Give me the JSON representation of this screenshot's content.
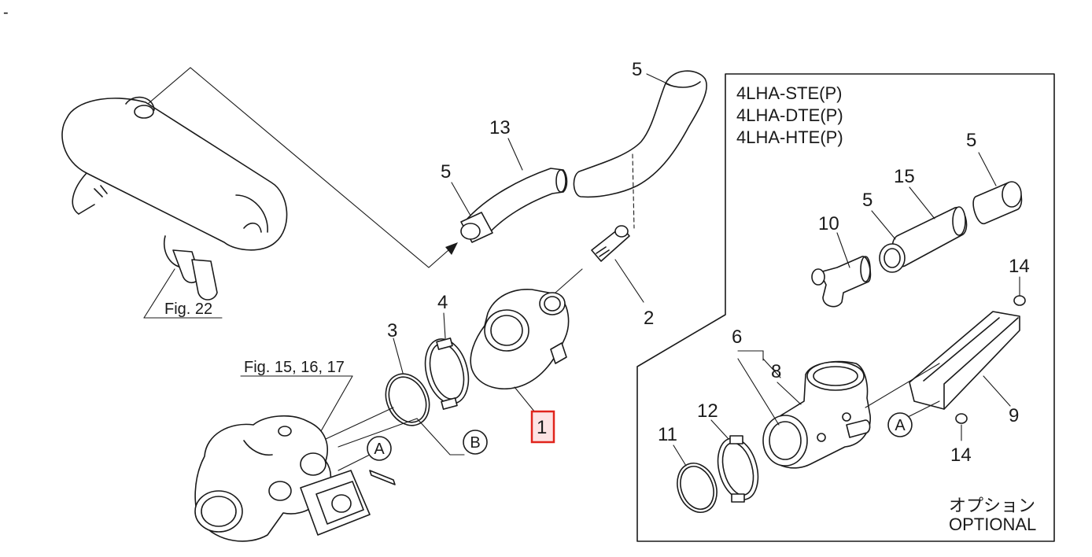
{
  "diagram": {
    "corner_mark": "-",
    "figure_refs": {
      "fig22": "Fig. 22",
      "fig15_17": "Fig. 15, 16, 17"
    },
    "connectors": {
      "a_left": "A",
      "b": "B",
      "a_right": "A"
    },
    "part_labels": {
      "p1": "1",
      "p2": "2",
      "p3": "3",
      "p4": "4",
      "p5_top": "5",
      "p5_hose": "5",
      "p13": "13",
      "p5_opt_left": "5",
      "p5_opt_right": "5",
      "p15": "15",
      "p10": "10",
      "p14_top": "14",
      "p14_bottom": "14",
      "p6": "6",
      "p8": "8",
      "p9": "9",
      "p11": "11",
      "p12": "12"
    },
    "optional_box": {
      "models": [
        "4LHA-STE(P)",
        "4LHA-DTE(P)",
        "4LHA-HTE(P)"
      ],
      "note_jp": "オプション",
      "note_en": "OPTIONAL"
    },
    "highlight": {
      "part": "1",
      "border_color": "#e0241c",
      "fill_color": "#fde3e3"
    }
  }
}
